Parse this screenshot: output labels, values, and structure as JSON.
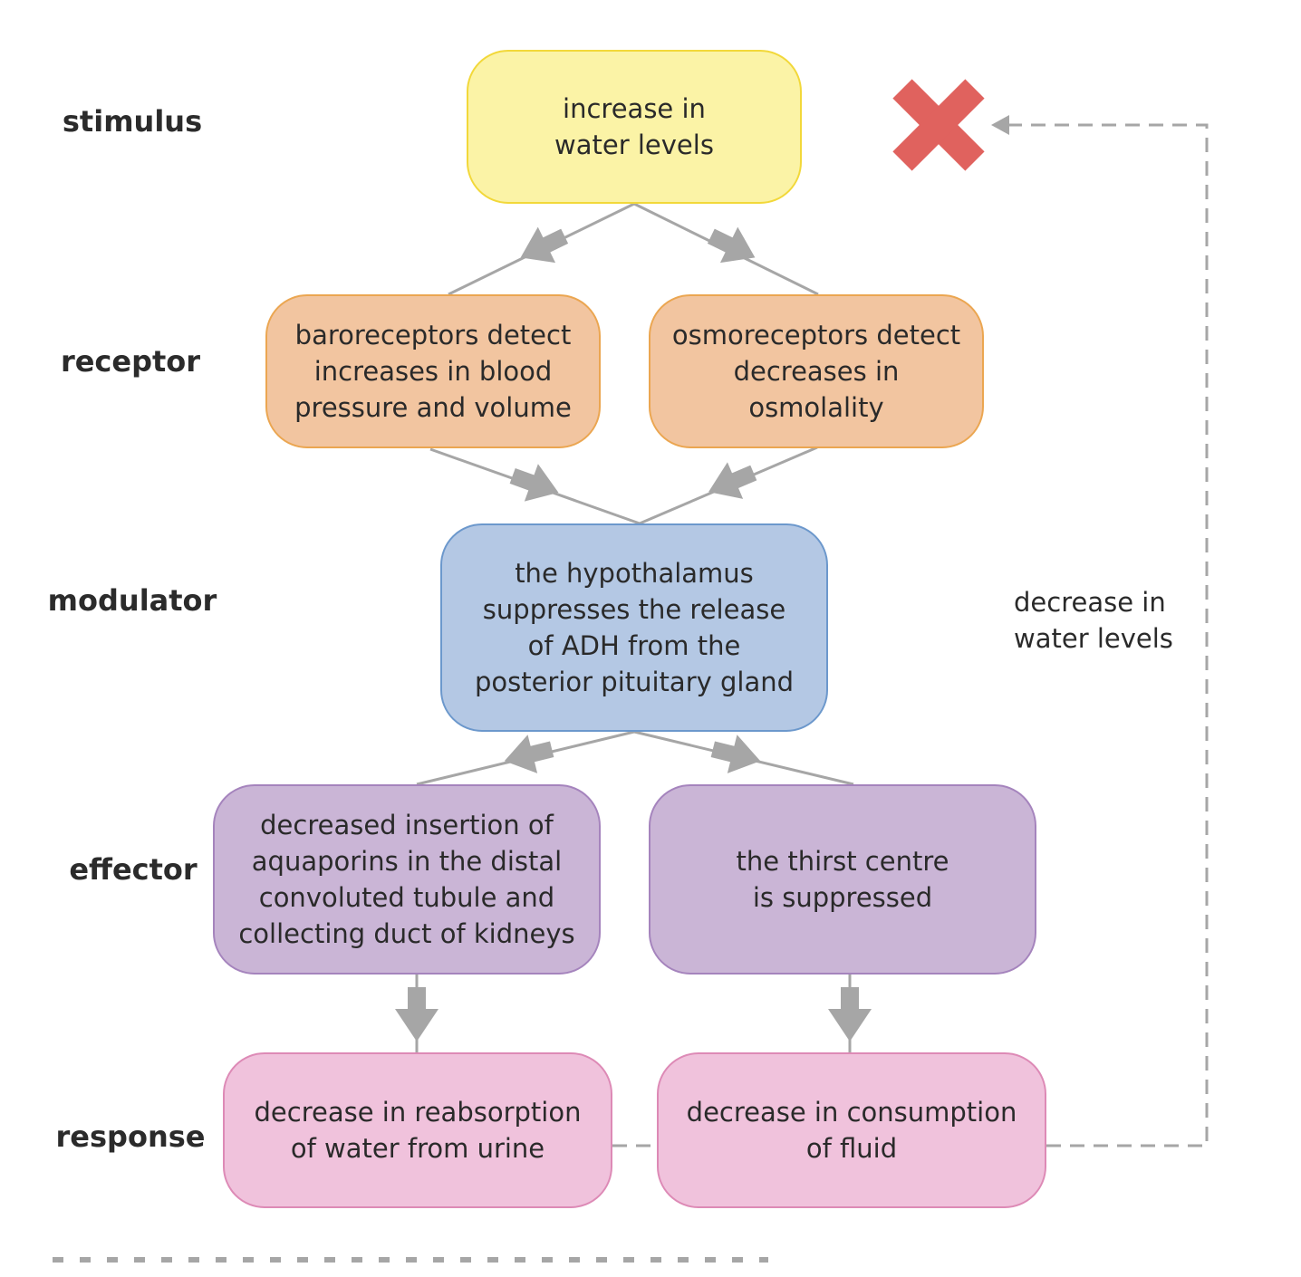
{
  "rows": {
    "stimulus": "stimulus",
    "receptor": "receptor",
    "modulator": "modulator",
    "effector": "effector",
    "response": "response"
  },
  "boxes": {
    "stimulus": "increase in\nwater levels",
    "baroreceptors": "baroreceptors detect\nincreases in blood\npressure and volume",
    "osmoreceptors": "osmoreceptors detect\ndecreases in osmolality",
    "hypothalamus": "the hypothalamus\nsuppresses the release\nof ADH from the\nposterior pituitary gland",
    "aquaporins": "decreased insertion of\naquaporins in the distal\nconvoluted tubule and\ncollecting duct of kidneys",
    "thirst": "the thirst centre\nis suppressed",
    "reabsorption": "decrease in reabsorption\nof water from urine",
    "consumption": "decrease in consumption\nof fluid"
  },
  "feedback_label": "decrease in\nwater levels",
  "colors": {
    "stimulus_fill": "#fbf3a6",
    "receptor_fill": "#f2c5a0",
    "modulator_fill": "#b4c8e4",
    "effector_fill": "#cab5d6",
    "response_fill": "#f0c2dc",
    "arrow": "#a6a6a6",
    "feedback_line": "#a6a6a6",
    "cross": "#e0625e"
  },
  "icons": {
    "stop": "cross-icon"
  }
}
